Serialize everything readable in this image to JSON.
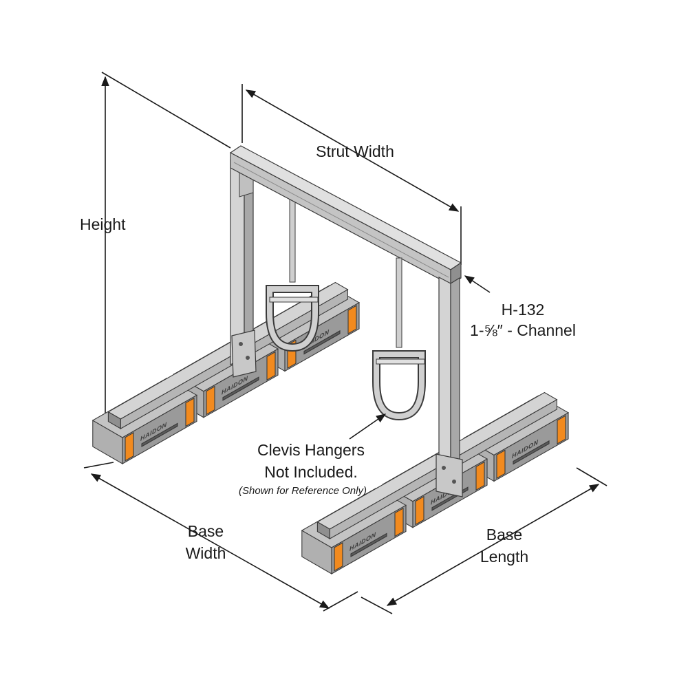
{
  "labels": {
    "height": "Height",
    "strut_width": "Strut Width",
    "channel_model": "H-132",
    "channel_size": "1-⅝″ - Channel",
    "clevis_line1": "Clevis Hangers",
    "clevis_line2": "Not Included.",
    "clevis_note": "(Shown for Reference Only)",
    "base_width_1": "Base",
    "base_width_2": "Width",
    "base_length_1": "Base",
    "base_length_2": "Length"
  },
  "block_brand": "HAIDON",
  "colors": {
    "strut_light": "#d4d4d4",
    "strut_mid": "#b5b5b5",
    "strut_dark": "#8f8f8f",
    "block_front": "#9a9a9a",
    "block_top": "#c4c4c4",
    "block_end": "#b0b0b0",
    "accent_orange": "#f28a1e",
    "outline": "#3a3a3a"
  }
}
